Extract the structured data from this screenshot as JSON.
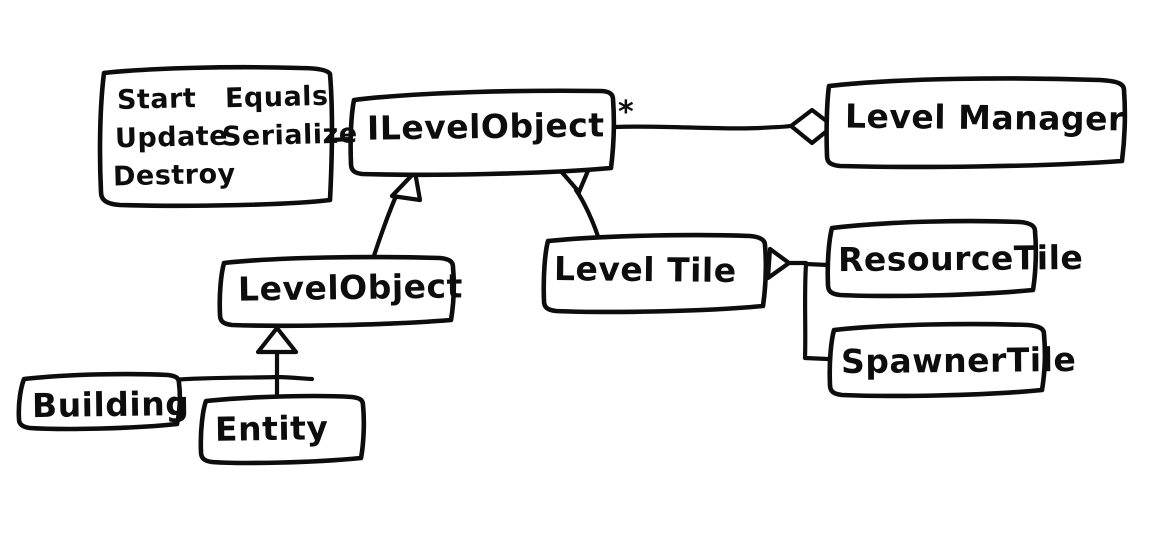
{
  "diagram": {
    "title": "UML class diagram (hand drawn)",
    "background_color": "#ffffff",
    "ink_color": "#0d0d0d",
    "style": "hand-drawn whiteboard sketch"
  },
  "boxes": {
    "methods": {
      "name": "methods-note",
      "lines": [
        {
          "left": "Start",
          "right": "Equals"
        },
        {
          "left": "Update",
          "right": "Serialize"
        },
        {
          "left": "Destroy",
          "right": ""
        }
      ]
    },
    "ilevelobject": {
      "label": "ILevelObject",
      "multiplicity": "*"
    },
    "levelmanager": {
      "label": "Level Manager"
    },
    "levelobject": {
      "label": "LevelObject"
    },
    "leveltile": {
      "label": "Level Tile"
    },
    "resourcetile": {
      "label": "ResourceTile"
    },
    "spawnertile": {
      "label": "SpawnerTile"
    },
    "building": {
      "label": "Building"
    },
    "entity": {
      "label": "Entity"
    }
  },
  "relationships": [
    {
      "name": "methods-to-ilevelobject",
      "kind": "note-link",
      "from": "methods-note",
      "to": "ILevelObject"
    },
    {
      "name": "levelmanager-aggregates-ilevelobject",
      "kind": "aggregation",
      "from": "Level Manager",
      "to": "ILevelObject",
      "multiplicity": "*"
    },
    {
      "name": "levelobject-implements-ilevelobject",
      "kind": "generalization",
      "from": "LevelObject",
      "to": "ILevelObject"
    },
    {
      "name": "leveltile-implements-ilevelobject",
      "kind": "generalization",
      "from": "Level Tile",
      "to": "ILevelObject"
    },
    {
      "name": "resourcetile-inherits-leveltile",
      "kind": "generalization",
      "from": "ResourceTile",
      "to": "Level Tile"
    },
    {
      "name": "spawnertile-inherits-leveltile",
      "kind": "generalization",
      "from": "SpawnerTile",
      "to": "Level Tile"
    },
    {
      "name": "building-inherits-levelobject",
      "kind": "generalization",
      "from": "Building",
      "to": "LevelObject"
    },
    {
      "name": "entity-inherits-levelobject",
      "kind": "generalization",
      "from": "Entity",
      "to": "LevelObject"
    }
  ]
}
